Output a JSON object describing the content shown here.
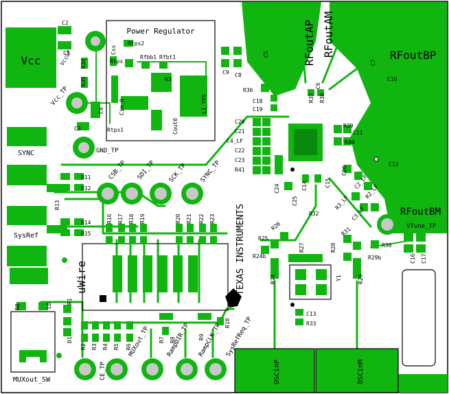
{
  "colors": {
    "copper": "#10b510",
    "silkscreen": "#000000",
    "board": "#ffffff",
    "testpoint": "#c8c8c8"
  },
  "title": {
    "power_regulator": "Power Regulator"
  },
  "connectors": {
    "vcc": "Vcc",
    "sync": "SYNC",
    "sysref": "SysRef",
    "uwire": "uWire",
    "osc_in_p": "OSCinP",
    "osc_in_m": "OSCinM",
    "muxout_sw": "MUXout_SW"
  },
  "rf": {
    "rfout_ap": "RFoutAP",
    "rfout_am": "RFoutAM",
    "rfout_bp": "RFoutBP",
    "rfout_bm": "RFoutBM"
  },
  "logo": {
    "brand": "TEXAS INSTRUMENTS"
  },
  "test_points": {
    "vcc_tp": "Vcc_TP",
    "gnd_tp": "GND_TP",
    "csb_tp": "CSB_TP",
    "sdi_tp": "SDI_TP",
    "sck_tp": "SCK_TP",
    "sync_tp": "SYNC_TP",
    "ce_tp": "CE_TP",
    "muxout_tp": "MUXout_TP",
    "rampdir_tp": "RampDIR_TP",
    "rampclk_tp": "RampCLK_TP",
    "sysrefreq_tp": "SysRefReq_TP",
    "vtune_tp": "VTune_TP"
  },
  "labels": {
    "c1": "C1",
    "c2": "C2",
    "r34": "R34",
    "vccgf": "VccGF",
    "r35": "R35",
    "c3": "C3",
    "c4": "C4",
    "rtps2": "Rtps2",
    "css": "Css",
    "rtps": "Rtps",
    "rfbb1": "Rfbb1",
    "rfbt1": "Rfbt1",
    "u3": "U3",
    "cin_o": "Cin_O",
    "cout0": "Cout0",
    "rtps1": "Rtps1",
    "l1_tps": "L1_TPS",
    "c9": "C9",
    "c8": "C8",
    "c5": "C5",
    "c6": "C6",
    "c7": "C7",
    "c10": "C10",
    "c11": "C11",
    "c12": "C12",
    "r36": "R36",
    "c18": "C18",
    "c19": "C19",
    "r37": "R37",
    "r38": "R38",
    "c20": "C20",
    "c21": "C21",
    "c4_lf": "C4_LF",
    "c22": "C22",
    "c23": "C23",
    "r41": "R41",
    "r39": "R39",
    "r40": "R40",
    "c24": "C24",
    "c25": "C25",
    "c14": "C14",
    "c15": "C15",
    "c26": "C26",
    "c2_lf": "C2_LF",
    "r2_lf": "R2_LF",
    "r3_lf": "R3_LF",
    "c3_lf": "C3_LF",
    "r32": "R32",
    "r26": "R26",
    "r25": "R25",
    "r24b": "R24b",
    "r27": "R27",
    "r28": "R28",
    "r31": "R31",
    "r30": "R30",
    "r29b": "R29b",
    "r24": "R24",
    "r29": "R29",
    "y1": "Y1",
    "c13": "C13",
    "r33": "R33",
    "c16": "C16",
    "c17": "C17",
    "r11": "R11",
    "r12": "R12",
    "r13": "R13",
    "r14": "R14",
    "r15": "R15",
    "r16": "R16",
    "r17": "R17",
    "r18": "R18",
    "r19": "R19",
    "r20": "R20",
    "r21": "R21",
    "r22": "R22",
    "r23": "R23",
    "r8": "R8",
    "ld": "LD",
    "r1": "R1",
    "d1": "D1",
    "r2": "R2",
    "r3": "R3",
    "r4": "R4",
    "r5": "R5",
    "r6": "R6",
    "r7": "R7",
    "r8b": "R8",
    "r9": "R9",
    "r10": "R10"
  }
}
